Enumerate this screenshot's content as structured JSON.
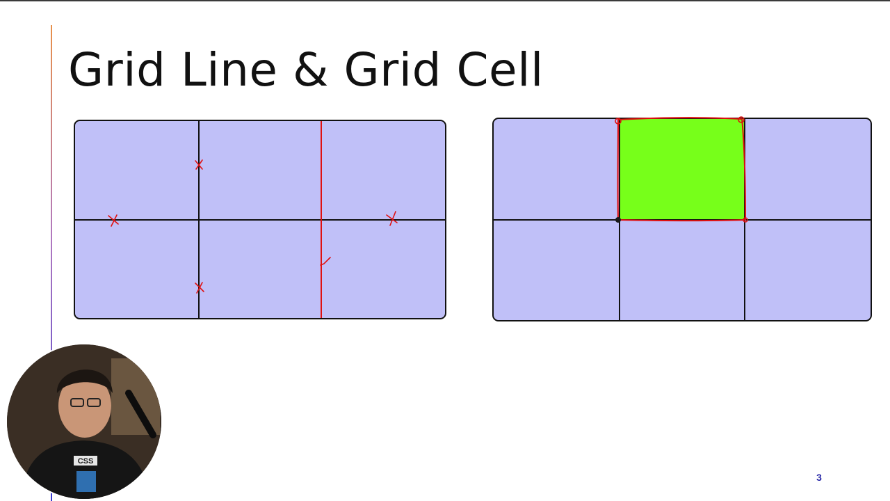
{
  "slide": {
    "title": "Grid Line & Grid Cell",
    "page_number": "3"
  },
  "colors": {
    "grid_background": "#c0c0f8",
    "grid_line": "#111111",
    "annotation_red": "#e01010",
    "highlighted_cell": "#77ff1a",
    "page_number": "#2a2aa8"
  },
  "left_grid": {
    "columns": 3,
    "rows": 2,
    "highlighted_line": "column line 3"
  },
  "right_grid": {
    "columns": 3,
    "rows": 2,
    "highlighted_cell": {
      "row": 1,
      "column": 2
    }
  },
  "webcam": {
    "shirt_text": "CSS"
  }
}
